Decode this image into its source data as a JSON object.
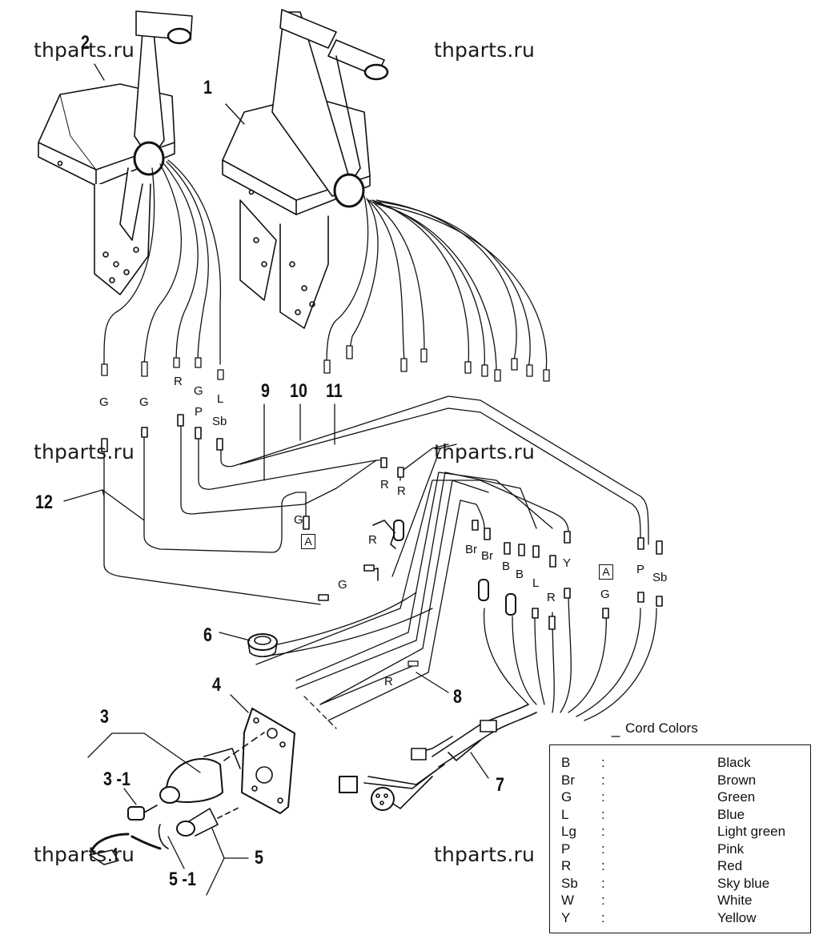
{
  "watermarks": [
    "thparts.ru",
    "thparts.ru",
    "thparts.ru",
    "thparts.ru",
    "thparts.ru",
    "thparts.ru"
  ],
  "callouts": {
    "c1": "1",
    "c2": "2",
    "c3": "3",
    "c3_1": "3 -1",
    "c4": "4",
    "c5": "5",
    "c5_1": "5 -1",
    "c6": "6",
    "c7": "7",
    "c8": "8",
    "c9": "9",
    "c10": "10",
    "c11": "11",
    "c12": "12"
  },
  "wire_labels": {
    "g1": "G",
    "g2": "G",
    "r1": "R",
    "g3": "G",
    "p1": "P",
    "l1": "L",
    "sb1": "Sb",
    "r2": "R",
    "r3": "R",
    "g4": "G",
    "r4": "R",
    "g5": "G",
    "br1": "Br",
    "br2": "Br",
    "b1": "B",
    "b2": "B",
    "l2": "L",
    "y1": "Y",
    "r5": "R",
    "g6": "G",
    "p2": "P",
    "sb2": "Sb",
    "r6": "R"
  },
  "connector_ref": "A",
  "legend": {
    "title": "Cord Colors",
    "separator": ":",
    "rows": [
      {
        "code": "B",
        "name": "Black"
      },
      {
        "code": "Br",
        "name": "Brown"
      },
      {
        "code": "G",
        "name": "Green"
      },
      {
        "code": "L",
        "name": "Blue"
      },
      {
        "code": "Lg",
        "name": "Light green"
      },
      {
        "code": "P",
        "name": "Pink"
      },
      {
        "code": "R",
        "name": "Red"
      },
      {
        "code": "Sb",
        "name": "Sky blue"
      },
      {
        "code": "W",
        "name": "White"
      },
      {
        "code": "Y",
        "name": "Yellow"
      }
    ]
  }
}
